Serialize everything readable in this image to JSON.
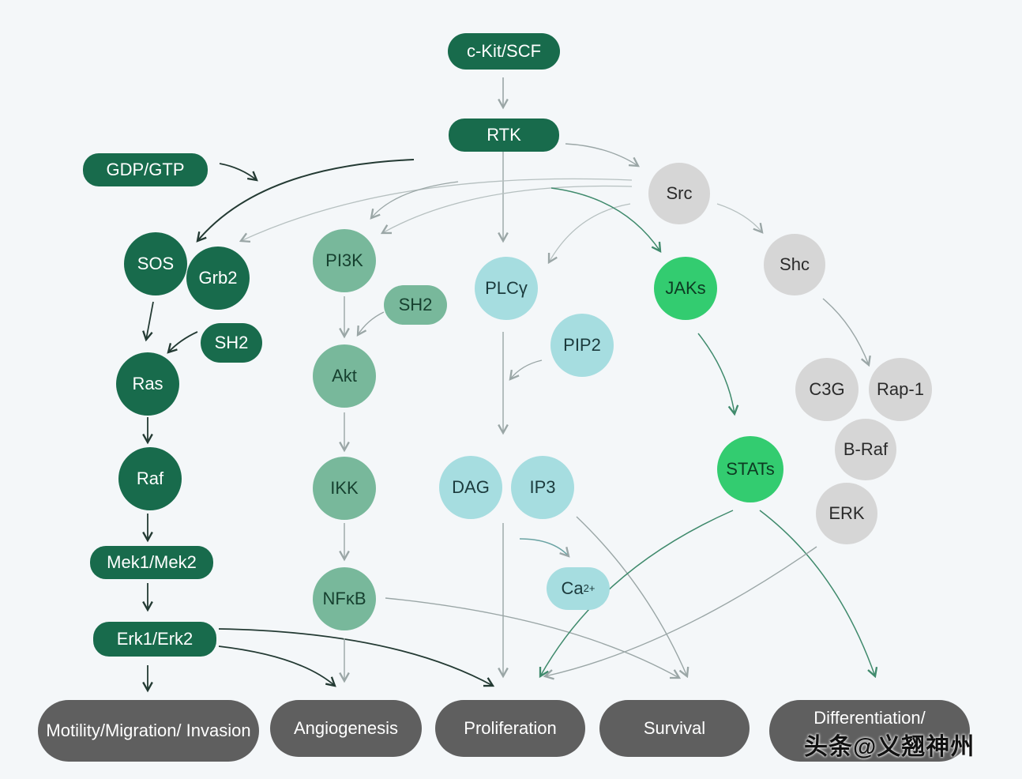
{
  "nodes": {
    "ckit": "c-Kit/SCF",
    "rtk": "RTK",
    "gdp_gtp": "GDP/GTP",
    "src": "Src",
    "sos": "SOS",
    "grb2": "Grb2",
    "sh2_left": "SH2",
    "ras": "Ras",
    "raf": "Raf",
    "mek": "Mek1/Mek2",
    "erk12": "Erk1/Erk2",
    "pi3k": "PI3K",
    "sh2_mid": "SH2",
    "akt": "Akt",
    "ikk": "IKK",
    "nfkb": "NFκB",
    "plcg": "PLCγ",
    "pip2": "PIP2",
    "dag": "DAG",
    "ip3": "IP3",
    "ca_base": "Ca",
    "ca_sup": "2+",
    "jaks": "JAKs",
    "stats": "STATs",
    "shc": "Shc",
    "c3g": "C3G",
    "rap1": "Rap-1",
    "braf": "B-Raf",
    "erk": "ERK"
  },
  "outcomes": {
    "motility": "Motility/Migration/ Invasion",
    "angio": "Angiogenesis",
    "prolif": "Proliferation",
    "survival": "Survival",
    "diff": "Differentiation/"
  },
  "watermark": "头条@义翘神州",
  "colors": {
    "dark_green": "#186b4c",
    "mid_green": "#78b89b",
    "cyan": "#a6dde0",
    "bright_green": "#33cc70",
    "grey": "#d6d6d6",
    "outcome_grey": "#5f5f5f",
    "background": "#f4f7f9"
  }
}
